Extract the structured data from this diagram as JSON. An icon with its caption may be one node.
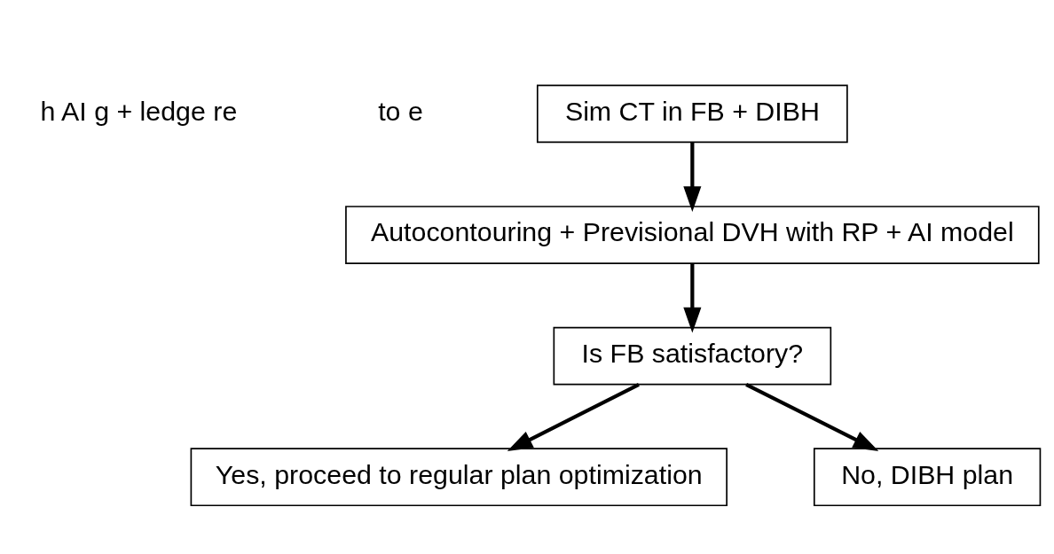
{
  "diagram": {
    "nodes": [
      {
        "text": [
          "Sim CT in FB + DIBH"
        ]
      },
      {
        "text": [
          "Autocontouring + Previsional DVH with RP + AI model"
        ]
      },
      {
        "text": [
          "Is FB satisfactory?"
        ]
      },
      {
        "text": [
          "Yes, proceed to regular plan optimization"
        ]
      },
      {
        "text": [
          "No, DIBH plan"
        ]
      }
    ],
    "edges": [
      {
        "from": 0,
        "to": 1,
        "arrow": "to"
      },
      {
        "from": 1,
        "to": 2,
        "arrow": "to"
      },
      {
        "from": 2,
        "to": 3,
        "arrow": "to"
      },
      {
        "from": 2,
        "to": 4,
        "arrow": "to"
      }
    ],
    "labels": [
      "h AI g + ledge re",
      "to e"
    ]
  }
}
